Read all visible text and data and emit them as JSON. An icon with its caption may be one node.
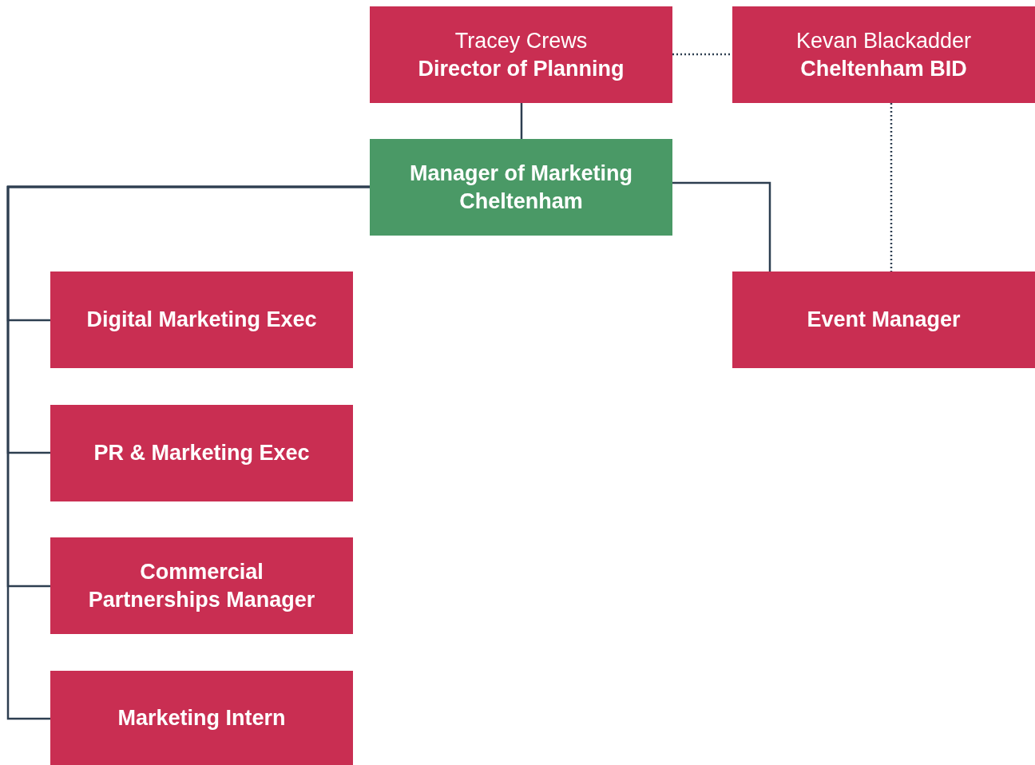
{
  "diagram": {
    "nodes": [
      {
        "text": [
          "Tracey Crews",
          "Director of Planning"
        ]
      },
      {
        "text": [
          "Kevan Blackadder",
          "Cheltenham BID"
        ]
      },
      {
        "text": [
          "Manager of Marketing Cheltenham"
        ]
      },
      {
        "text": [
          "Digital Marketing Exec"
        ]
      },
      {
        "text": [
          "PR & Marketing Exec"
        ]
      },
      {
        "text": [
          "Commercial Partnerships Manager"
        ]
      },
      {
        "text": [
          "Marketing Intern"
        ]
      },
      {
        "text": [
          "Event Manager"
        ]
      }
    ],
    "edges": [
      {
        "from": 0,
        "to": 1,
        "arrow": "none",
        "style": "dashed"
      },
      {
        "from": 0,
        "to": 2,
        "arrow": "none"
      },
      {
        "from": 2,
        "to": 3,
        "arrow": "none"
      },
      {
        "from": 2,
        "to": 4,
        "arrow": "none"
      },
      {
        "from": 2,
        "to": 5,
        "arrow": "none"
      },
      {
        "from": 2,
        "to": 6,
        "arrow": "none"
      },
      {
        "from": 2,
        "to": 7,
        "arrow": "none"
      },
      {
        "from": 1,
        "to": 7,
        "arrow": "none",
        "style": "dashed"
      }
    ]
  }
}
